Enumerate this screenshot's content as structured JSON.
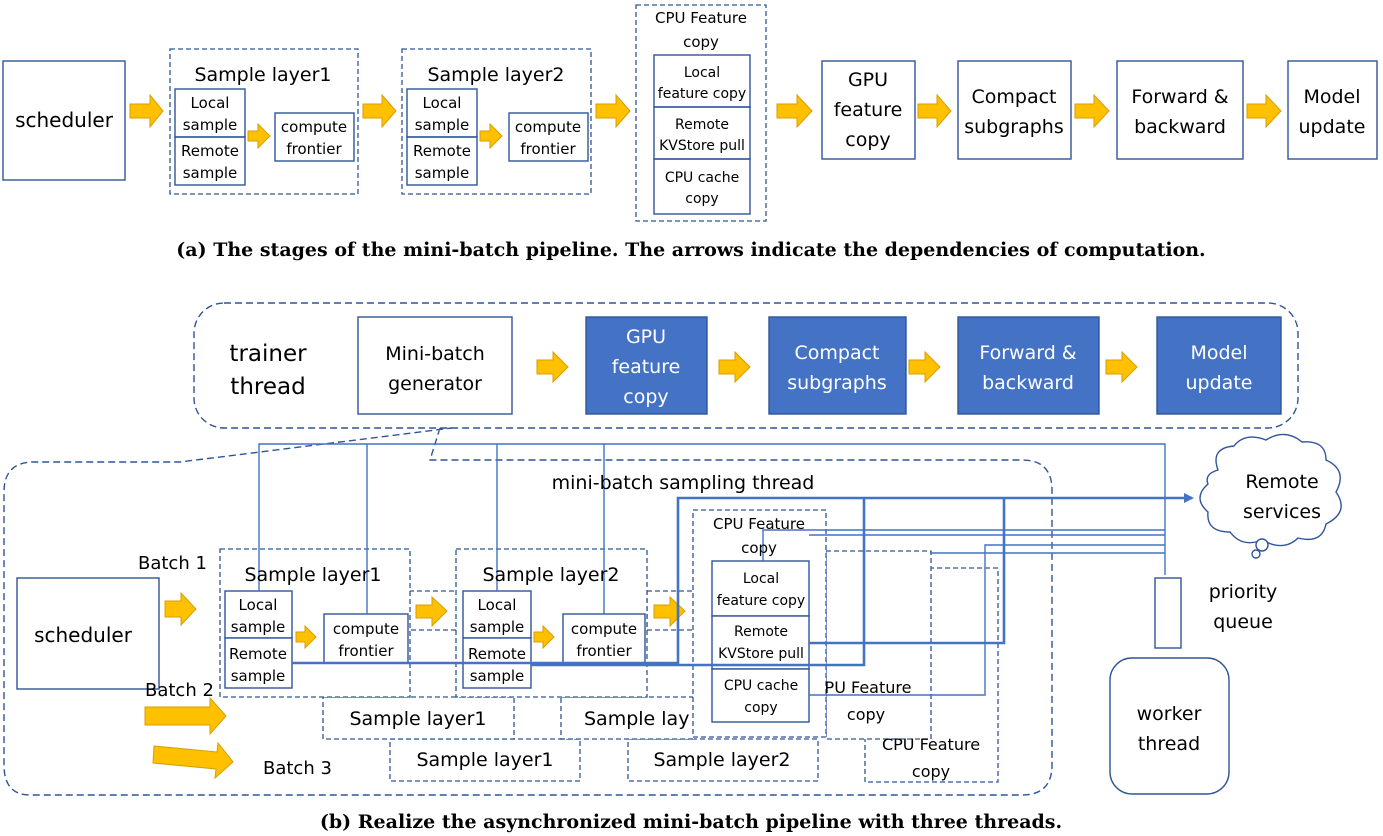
{
  "part_a": {
    "scheduler": "scheduler",
    "sample_layer1": {
      "title": "Sample layer1",
      "local": [
        "Local",
        "sample"
      ],
      "remote": [
        "Remote",
        "sample"
      ],
      "compute": [
        "compute",
        "frontier"
      ]
    },
    "sample_layer2": {
      "title": "Sample layer2",
      "local": [
        "Local",
        "sample"
      ],
      "remote": [
        "Remote",
        "sample"
      ],
      "compute": [
        "compute",
        "frontier"
      ]
    },
    "cpu_feature": {
      "title": [
        "CPU Feature",
        "copy"
      ],
      "local": [
        "Local",
        "feature copy"
      ],
      "remote": [
        "Remote",
        "KVStore pull"
      ],
      "cache": [
        "CPU cache",
        "copy"
      ]
    },
    "gpu_feature": [
      "GPU",
      "feature",
      "copy"
    ],
    "compact": [
      "Compact",
      "subgraphs"
    ],
    "forward": [
      "Forward &",
      "backward"
    ],
    "model_update": [
      "Model",
      "update"
    ],
    "caption": "(a) The stages of the mini-batch pipeline. The arrows indicate the dependencies of computation."
  },
  "part_b": {
    "trainer_thread": [
      "trainer",
      "thread"
    ],
    "minibatch_generator": [
      "Mini-batch",
      "generator"
    ],
    "gpu_feature": [
      "GPU",
      "feature",
      "copy"
    ],
    "compact": [
      "Compact",
      "subgraphs"
    ],
    "forward": [
      "Forward &",
      "backward"
    ],
    "model_update": [
      "Model",
      "update"
    ],
    "sampling_thread": "mini-batch sampling thread",
    "remote_services": [
      "Remote",
      "services"
    ],
    "priority_queue": [
      "priority",
      "queue"
    ],
    "worker_thread": [
      "worker",
      "thread"
    ],
    "scheduler": "scheduler",
    "batch1": "Batch 1",
    "batch2": "Batch 2",
    "batch3": "Batch 3",
    "sample_layer1": {
      "title": "Sample layer1",
      "local": [
        "Local",
        "sample"
      ],
      "remote": [
        "Remote",
        "sample"
      ],
      "compute": [
        "compute",
        "frontier"
      ]
    },
    "sample_layer2": {
      "title": "Sample layer2",
      "local": [
        "Local",
        "sample"
      ],
      "remote": [
        "Remote",
        "sample"
      ],
      "compute": [
        "compute",
        "frontier"
      ]
    },
    "cpu_feature": {
      "title": [
        "CPU Feature",
        "copy"
      ],
      "local": [
        "Local",
        "feature copy"
      ],
      "remote": [
        "Remote",
        "KVStore pull"
      ],
      "cache": [
        "CPU cache",
        "copy"
      ]
    },
    "back_sl1_b2": "Sample layer1",
    "back_sl2_b2": "Sample lay",
    "back_cpu_b2": [
      "PU Feature",
      "copy"
    ],
    "back_sl1_b3": "Sample layer1",
    "back_sl2_b3": "Sample layer2",
    "back_cpu_b3": [
      "CPU Feature",
      "copy"
    ],
    "caption": "(b) Realize the asynchronized mini-batch pipeline with three threads."
  },
  "colors": {
    "box_stroke": "#2f5597",
    "fill_blue": "#4472c4",
    "arrow_fill": "#ffc000",
    "arrow_stroke": "#d99e00",
    "line_blue": "#4472c4"
  }
}
